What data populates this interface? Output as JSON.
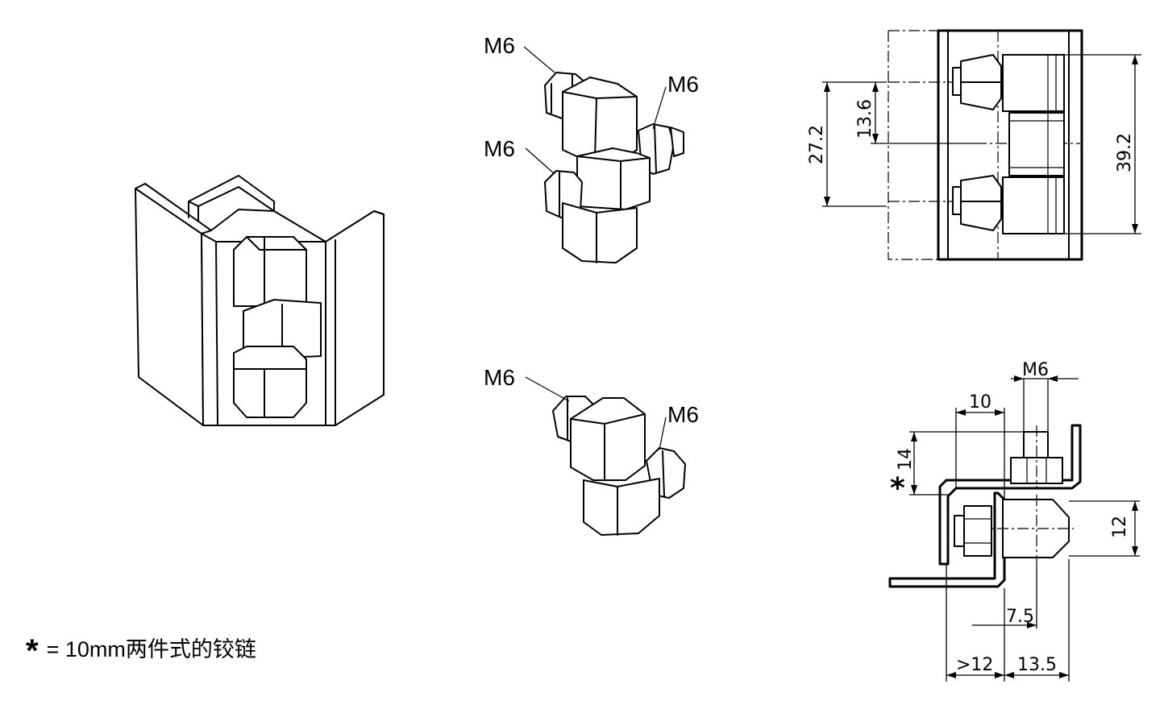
{
  "callouts": {
    "thread": "M6"
  },
  "dimensions": {
    "side_view": {
      "d1": "27.2",
      "d2": "13.6",
      "d3": "39.2"
    },
    "top_view": {
      "thread": "M6",
      "d10": "10",
      "d14": "14",
      "d12": "12",
      "d7_5": "7.5",
      "gt12": ">12",
      "d13_5": "13.5",
      "star": "*"
    }
  },
  "footnote": {
    "star": "*",
    "text": "= 10mm两件式的铰链"
  }
}
